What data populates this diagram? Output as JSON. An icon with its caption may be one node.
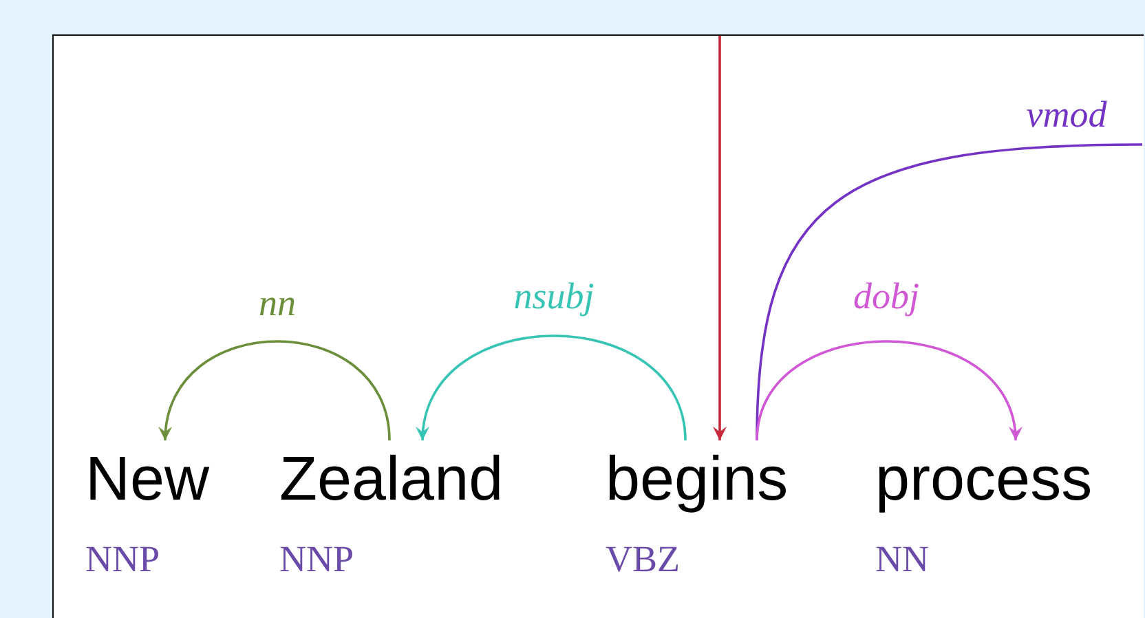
{
  "diagram": {
    "nodes": [
      {
        "text": [
          "New"
        ],
        "beside": [
          "NNP"
        ]
      },
      {
        "text": [
          "Zealand"
        ],
        "beside": [
          "NNP"
        ]
      },
      {
        "text": [
          "begins"
        ],
        "beside": [
          "VBZ"
        ]
      },
      {
        "text": [
          "process"
        ],
        "beside": [
          "NN"
        ]
      }
    ],
    "edges": [
      {
        "from": 1,
        "to": 0,
        "arrow": "to",
        "label": "nn",
        "color": "#6b8e3a"
      },
      {
        "from": 2,
        "to": 1,
        "arrow": "to",
        "label": "nsubj",
        "color": "#36c4b4"
      },
      {
        "from": null,
        "to": 2,
        "arrow": "to",
        "color": "#c8283c"
      },
      {
        "from": 2,
        "to": null,
        "arrow": "none",
        "label": "vmod",
        "color": "#7433c4"
      },
      {
        "from": 2,
        "to": 3,
        "arrow": "to",
        "label": "dobj",
        "color": "#d058d4"
      }
    ]
  }
}
